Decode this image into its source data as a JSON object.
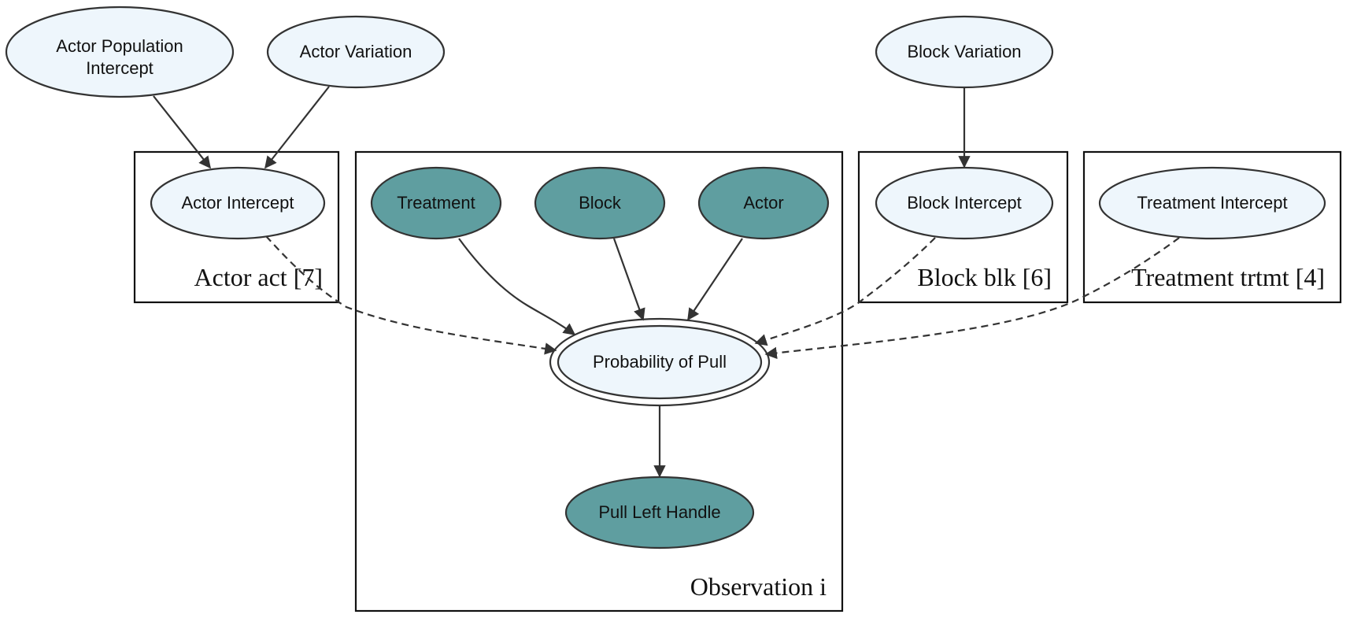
{
  "colors": {
    "latent_fill": "#eef6fc",
    "observed_fill": "#5f9ea0",
    "stroke": "#333333",
    "background": "#ffffff"
  },
  "nodes": {
    "actor_population_intercept": {
      "lines": [
        "Actor Population",
        "Intercept"
      ],
      "kind": "latent"
    },
    "actor_variation": {
      "lines": [
        "Actor Variation"
      ],
      "kind": "latent"
    },
    "block_variation": {
      "lines": [
        "Block Variation"
      ],
      "kind": "latent"
    },
    "actor_intercept": {
      "lines": [
        "Actor Intercept"
      ],
      "kind": "latent"
    },
    "treatment": {
      "lines": [
        "Treatment"
      ],
      "kind": "observed"
    },
    "block": {
      "lines": [
        "Block"
      ],
      "kind": "observed"
    },
    "actor": {
      "lines": [
        "Actor"
      ],
      "kind": "observed"
    },
    "block_intercept": {
      "lines": [
        "Block Intercept"
      ],
      "kind": "latent"
    },
    "treatment_intercept": {
      "lines": [
        "Treatment Intercept"
      ],
      "kind": "latent"
    },
    "probability_of_pull": {
      "lines": [
        "Probability of Pull"
      ],
      "kind": "deterministic"
    },
    "pull_left_handle": {
      "lines": [
        "Pull Left Handle"
      ],
      "kind": "observed"
    }
  },
  "plates": {
    "actor": {
      "label": "Actor act [7]"
    },
    "observation": {
      "label": "Observation i"
    },
    "block": {
      "label": "Block blk [6]"
    },
    "treatment": {
      "label": "Treatment trtmt [4]"
    }
  },
  "edges": [
    {
      "from": "actor_population_intercept",
      "to": "actor_intercept",
      "style": "solid"
    },
    {
      "from": "actor_variation",
      "to": "actor_intercept",
      "style": "solid"
    },
    {
      "from": "block_variation",
      "to": "block_intercept",
      "style": "solid"
    },
    {
      "from": "treatment",
      "to": "probability_of_pull",
      "style": "solid"
    },
    {
      "from": "block",
      "to": "probability_of_pull",
      "style": "solid"
    },
    {
      "from": "actor",
      "to": "probability_of_pull",
      "style": "solid"
    },
    {
      "from": "actor_intercept",
      "to": "probability_of_pull",
      "style": "dashed"
    },
    {
      "from": "block_intercept",
      "to": "probability_of_pull",
      "style": "dashed"
    },
    {
      "from": "treatment_intercept",
      "to": "probability_of_pull",
      "style": "dashed"
    },
    {
      "from": "probability_of_pull",
      "to": "pull_left_handle",
      "style": "solid"
    }
  ]
}
